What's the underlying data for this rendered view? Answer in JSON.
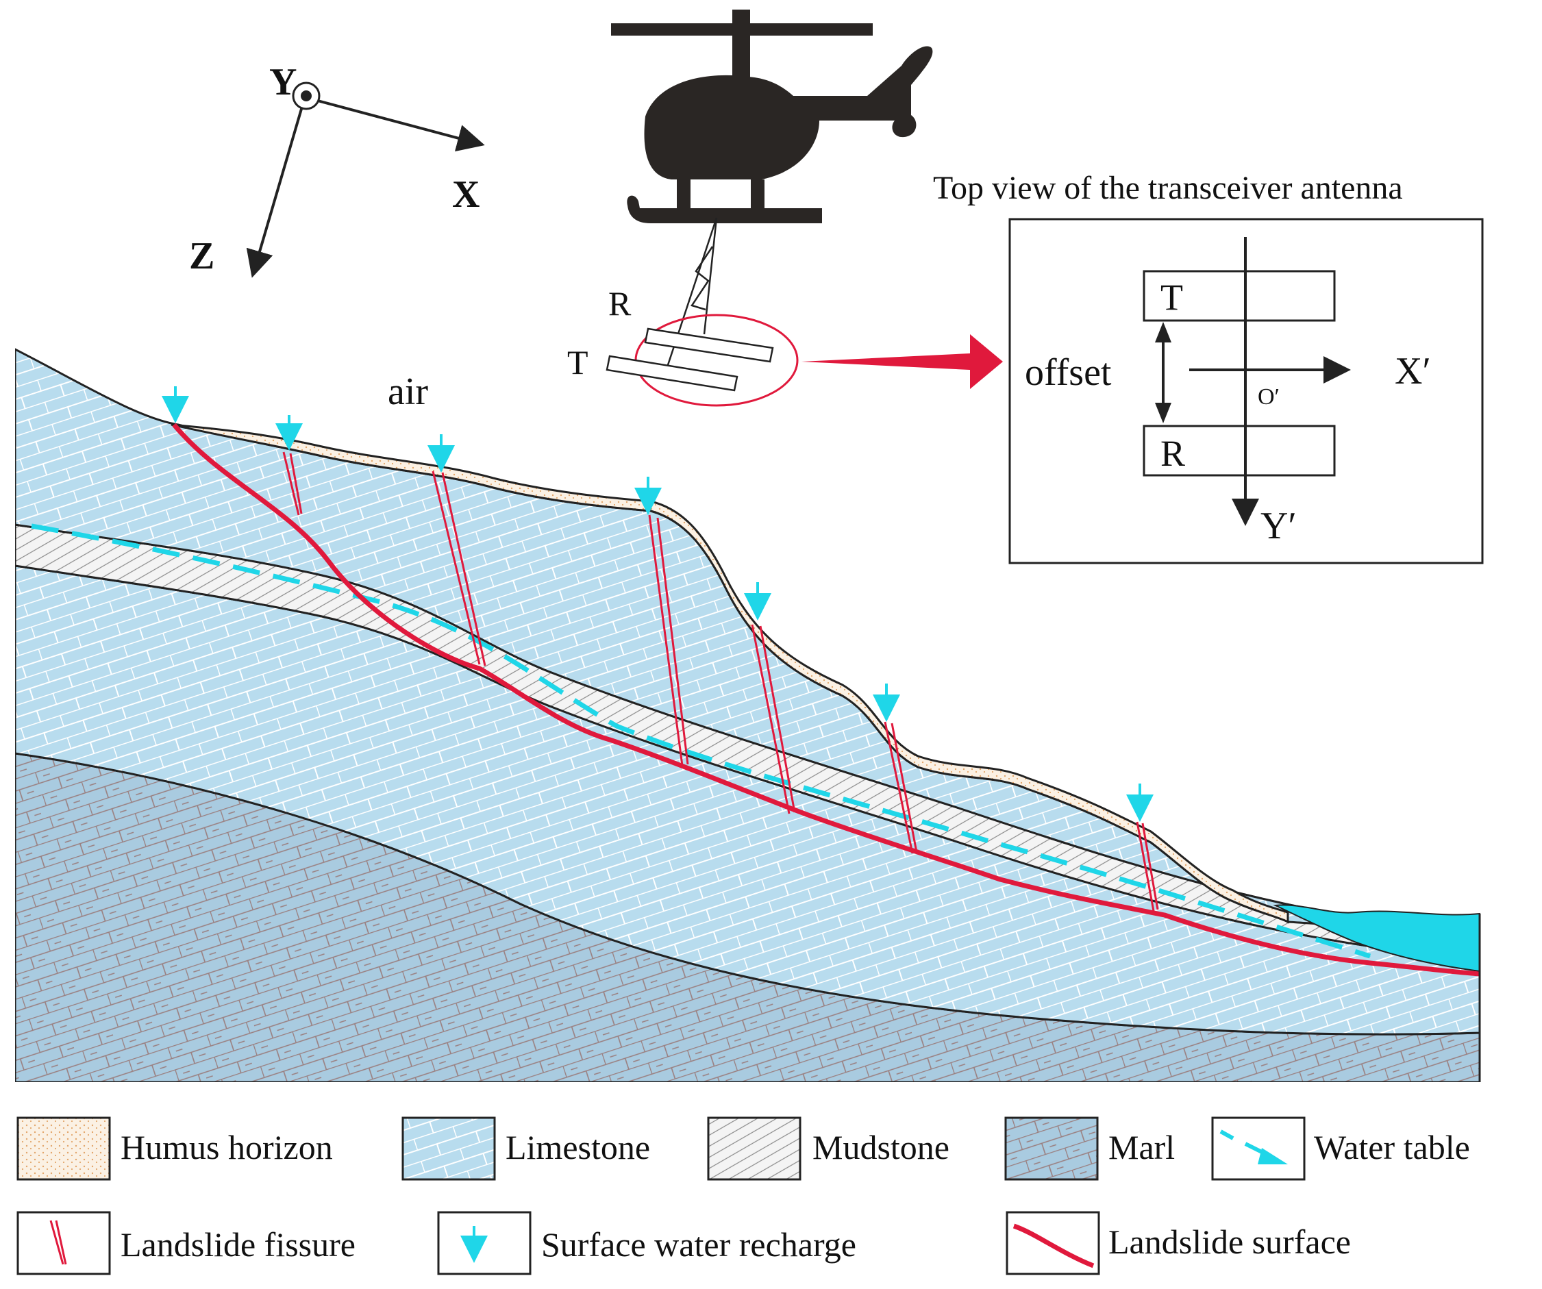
{
  "axes": {
    "x_label": "X",
    "y_label": "Y",
    "z_label": "Z"
  },
  "helicopter": {
    "receiver_label": "R",
    "transmitter_label": "T"
  },
  "section_labels": {
    "air": "air"
  },
  "inset": {
    "title": "Top view of the transceiver antenna",
    "t_label": "T",
    "r_label": "R",
    "offset_label": "offset",
    "x_axis_label": "X′",
    "y_axis_label": "Y′",
    "origin_label": "O′"
  },
  "legend": {
    "humus": "Humus horizon",
    "limestone": "Limestone",
    "mudstone": "Mudstone",
    "marl": "Marl",
    "water_table": "Water table",
    "fissure": "Landslide fissure",
    "recharge": "Surface water recharge",
    "slide_surface": "Landslide surface"
  },
  "colors": {
    "limestone": "#b8dcee",
    "marl": "#a7c9de",
    "humus_dots": "#e3a66a",
    "water": "#1fd6e8",
    "slide_red": "#e0193c",
    "ink": "#222222"
  }
}
